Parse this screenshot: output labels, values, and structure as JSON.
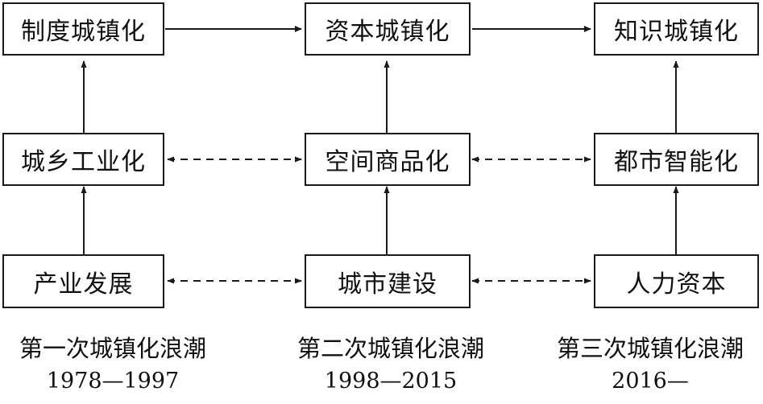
{
  "columns": [
    {
      "top": "制度城镇化",
      "middle": "城乡工业化",
      "bottom": "产业发展",
      "wave": "第一次城镇化浪潮",
      "years": "1978—1997"
    },
    {
      "top": "资本城镇化",
      "middle": "空间商品化",
      "bottom": "城市建设",
      "wave": "第二次城镇化浪潮",
      "years": "1998—2015"
    },
    {
      "top": "知识城镇化",
      "middle": "都市智能化",
      "bottom": "人力资本",
      "wave": "第三次城镇化浪潮",
      "years": "2016—"
    }
  ]
}
